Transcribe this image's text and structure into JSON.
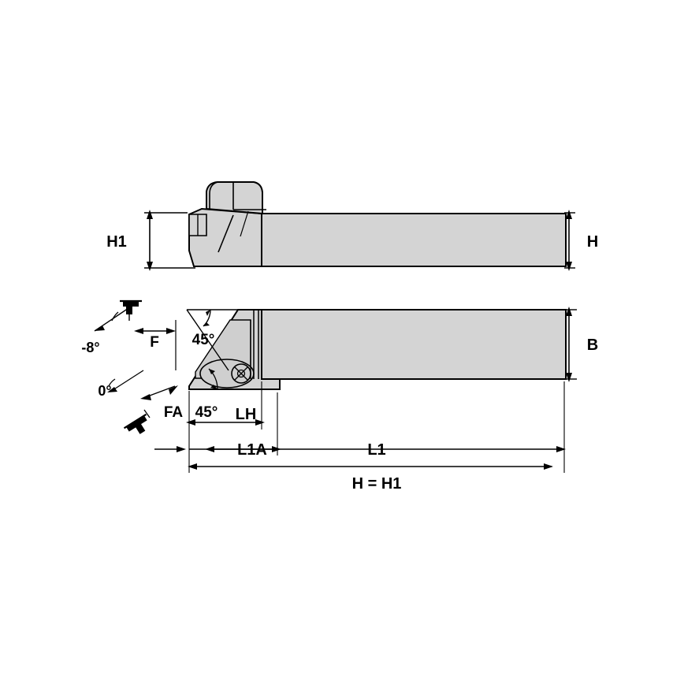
{
  "figure": {
    "title": "Turning toolholder technical drawing",
    "colors": {
      "body_fill": "#d4d4d4",
      "insert_fill": "#cfcfcf",
      "line": "#000000",
      "background": "#ffffff"
    }
  },
  "side_view": {
    "labels": {
      "h1": "H1",
      "h": "H"
    }
  },
  "top_view": {
    "labels": {
      "b": "B",
      "f": "F",
      "fa": "FA",
      "lh": "LH",
      "l1a": "L1A",
      "l1": "L1",
      "angle_lead": "45°",
      "angle_lead2": "45°",
      "angle_neg8": "-8°",
      "angle_zero": "0°"
    }
  },
  "dimensions": {
    "overall": "H = H1"
  }
}
